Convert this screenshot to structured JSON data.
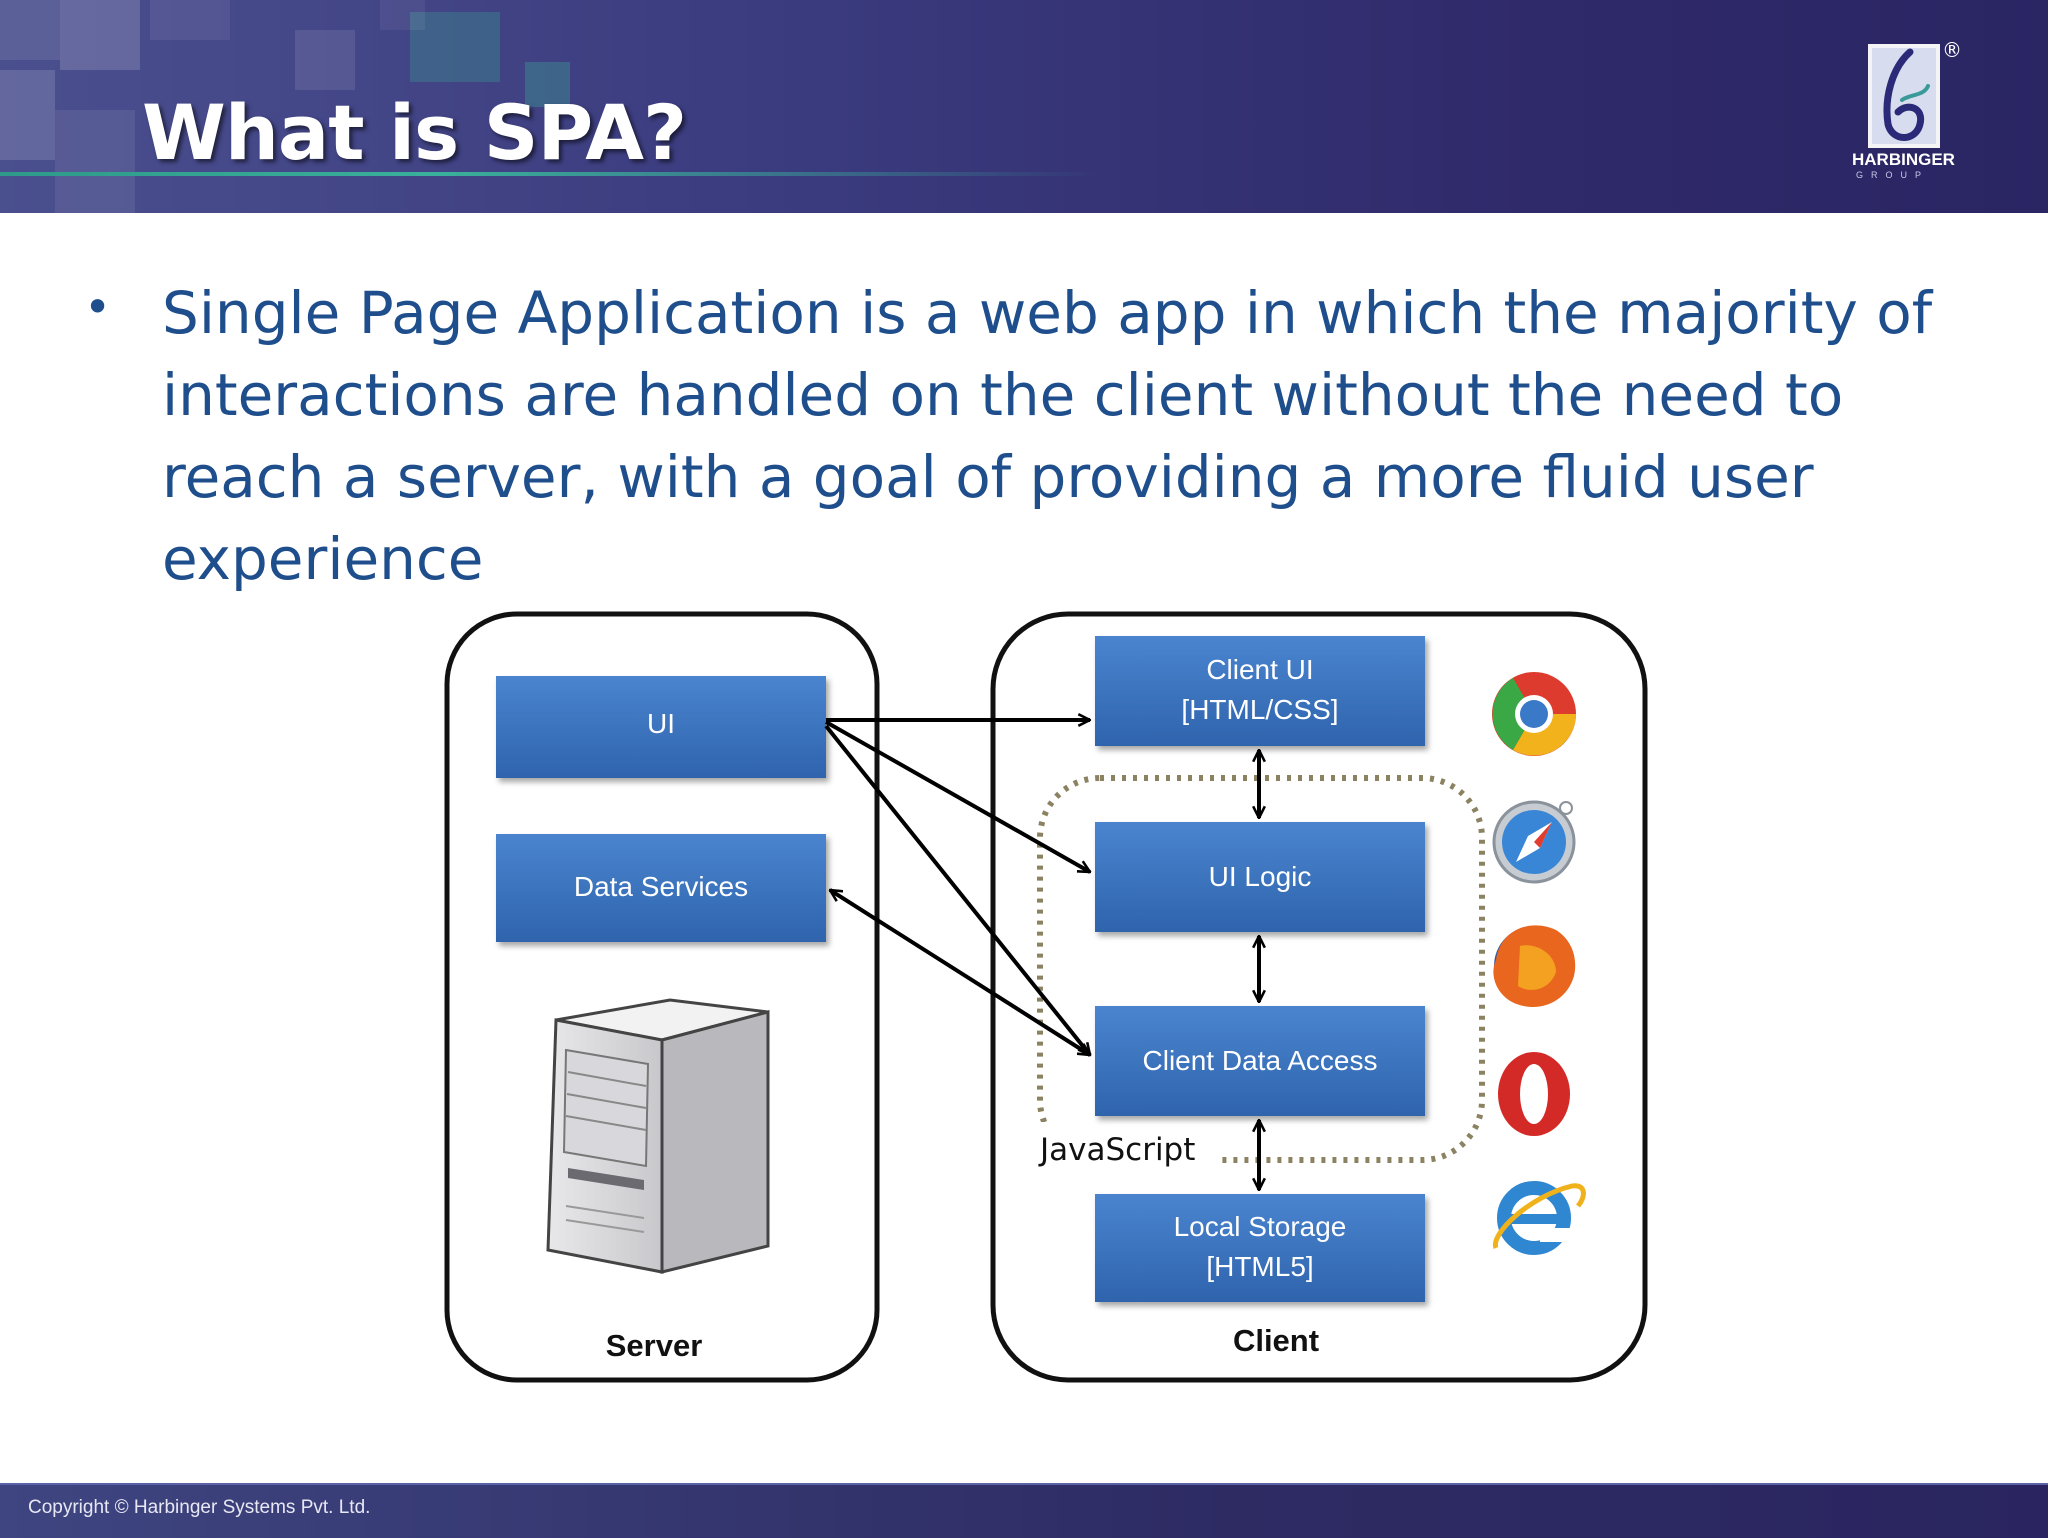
{
  "slide": {
    "title": "What is SPA?",
    "bullet": "Single Page Application is a web app in which the majority of interactions are handled on the client without the need to reach a server, with a goal of providing a more fluid user experience"
  },
  "logo": {
    "name": "HARBINGER",
    "sub": "GROUP",
    "registered": "®"
  },
  "diagram": {
    "server": {
      "label": "Server",
      "boxes": [
        "UI",
        "Data Services"
      ]
    },
    "client": {
      "label": "Client",
      "boxes": [
        [
          "Client UI",
          "[HTML/CSS]"
        ],
        [
          "UI Logic"
        ],
        [
          "Client Data Access"
        ],
        [
          "Local Storage",
          "[HTML5]"
        ]
      ],
      "javascript_label": "JavaScript",
      "browsers": [
        "chrome-icon",
        "safari-icon",
        "firefox-icon",
        "opera-icon",
        "internet-explorer-icon"
      ]
    }
  },
  "footer": {
    "copyright": "Copyright © Harbinger Systems Pvt. Ltd."
  },
  "colors": {
    "header": "#3a3a7e",
    "box": "#3b73c0",
    "text": "#1f4e8c"
  }
}
